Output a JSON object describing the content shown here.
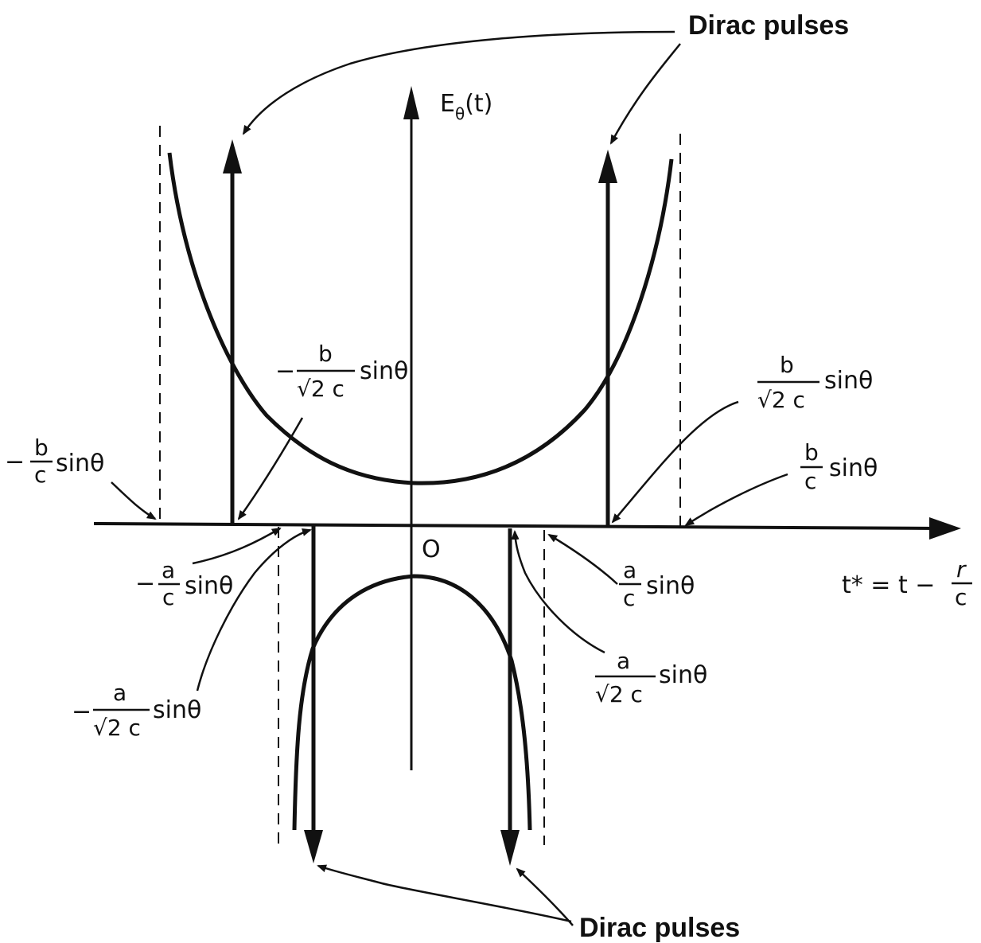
{
  "title_labels": {
    "dirac_top": "Dirac pulses",
    "dirac_bottom": "Dirac pulses"
  },
  "axis": {
    "y_label_main": "E",
    "y_label_sub": "θ",
    "y_label_arg": "(t)",
    "origin": "O",
    "x_label": "t* = t −",
    "x_frac_num": "r",
    "x_frac_den": "c"
  },
  "marks": {
    "neg_b_c": {
      "sign": "−",
      "num": "b",
      "den": "c",
      "tail": "sinθ"
    },
    "neg_b_sqrt2c": {
      "sign": "−",
      "num": "b",
      "den": "√2 c",
      "tail": "sinθ"
    },
    "pos_b_sqrt2c": {
      "num": "b",
      "den": "√2 c",
      "tail": "sinθ"
    },
    "pos_b_c": {
      "num": "b",
      "den": "c",
      "tail": "sinθ"
    },
    "neg_a_c": {
      "sign": "−",
      "num": "a",
      "den": "c",
      "tail": "sinθ"
    },
    "pos_a_c": {
      "num": "a",
      "den": "c",
      "tail": "sinθ"
    },
    "neg_a_sqrt2c": {
      "sign": "−",
      "num": "a",
      "den": "√2 c",
      "tail": "sinθ"
    },
    "pos_a_sqrt2c": {
      "num": "a",
      "den": "√2 c",
      "tail": "sinθ"
    }
  }
}
